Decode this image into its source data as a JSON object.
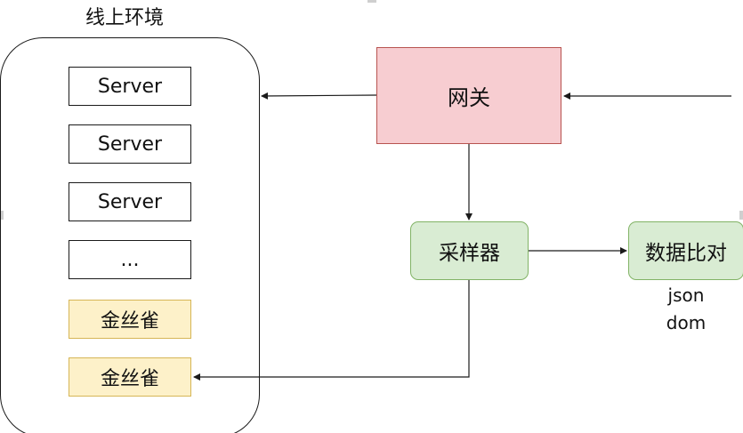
{
  "diagram": {
    "environment": {
      "title": "线上环境",
      "servers": [
        "Server",
        "Server",
        "Server",
        "..."
      ],
      "canaries": [
        "金丝雀",
        "金丝雀"
      ]
    },
    "gateway": {
      "label": "网关"
    },
    "sampler": {
      "label": "采样器"
    },
    "compare": {
      "label": "数据比对",
      "formats": [
        "json",
        "dom"
      ]
    },
    "colors": {
      "gateway_fill": "#f7cdd1",
      "gateway_stroke": "#b85450",
      "green_fill": "#d9ecd3",
      "green_stroke": "#82b366",
      "canary_fill": "#fdf1c9",
      "canary_stroke": "#d6b656",
      "line": "#1a1a1a"
    }
  }
}
